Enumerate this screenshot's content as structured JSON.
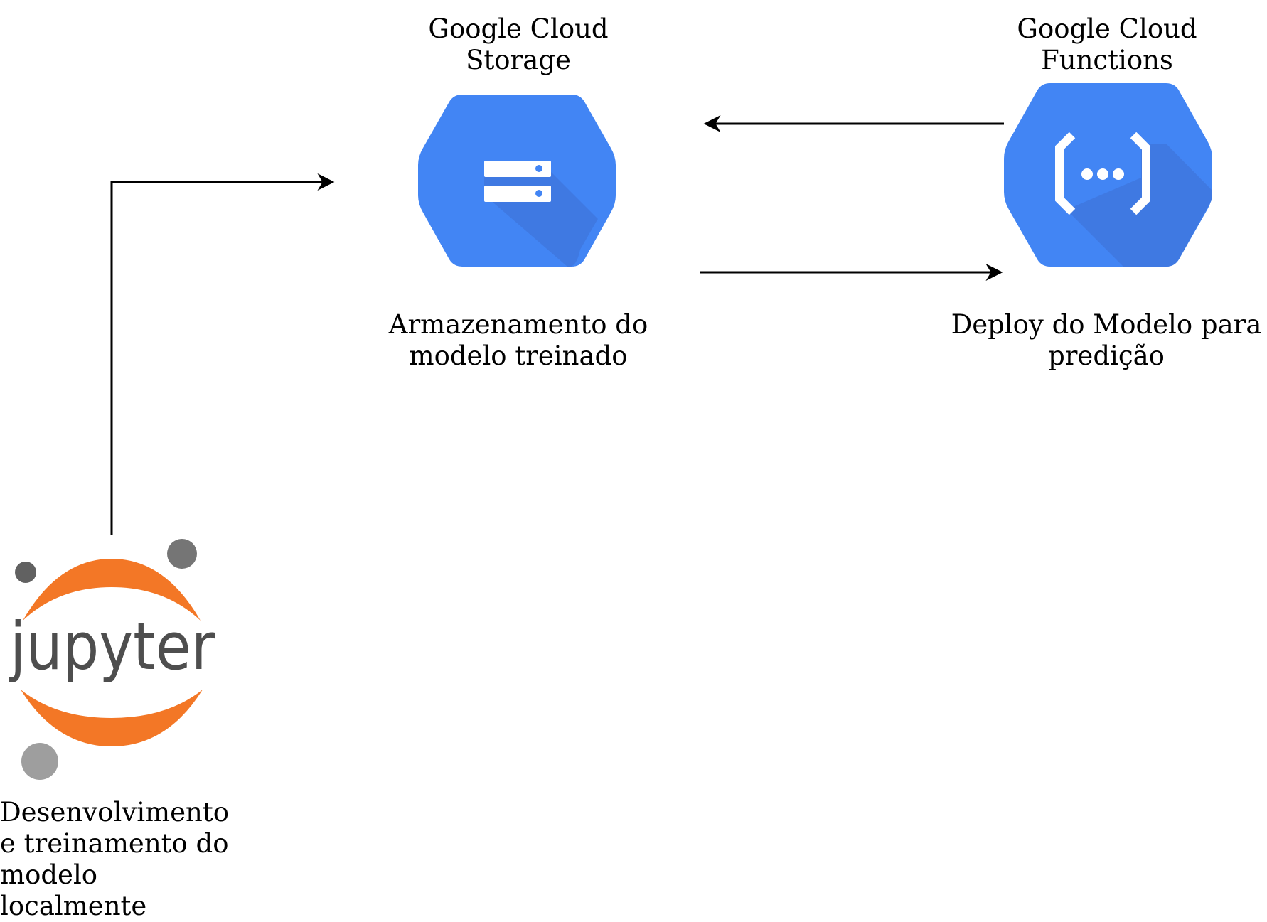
{
  "nodes": {
    "storage": {
      "service_title": [
        "Google Cloud",
        "Storage"
      ],
      "caption": [
        "Armazenamento do",
        "modelo treinado"
      ],
      "icon": "google-cloud-storage-icon",
      "color": "#4285f4",
      "shade": "#3e77de"
    },
    "functions": {
      "service_title": [
        "Google Cloud",
        "Functions"
      ],
      "caption": [
        "Deploy do Modelo para",
        "predição"
      ],
      "icon": "google-cloud-functions-icon",
      "color": "#4285f4",
      "shade": "#3e77de"
    },
    "jupyter": {
      "logo_text": "jupyter",
      "caption": [
        "Desenvolvimento",
        "e treinamento do",
        "modelo",
        "localmente"
      ],
      "icon": "jupyter-logo",
      "orange": "#f37726",
      "text_color": "#4e4e4e",
      "dot_colors": [
        "#616161",
        "#757575",
        "#9e9e9e"
      ]
    }
  },
  "edges": [
    {
      "from": "jupyter",
      "to": "storage"
    },
    {
      "from": "functions",
      "to": "storage"
    },
    {
      "from": "storage",
      "to": "functions"
    }
  ]
}
